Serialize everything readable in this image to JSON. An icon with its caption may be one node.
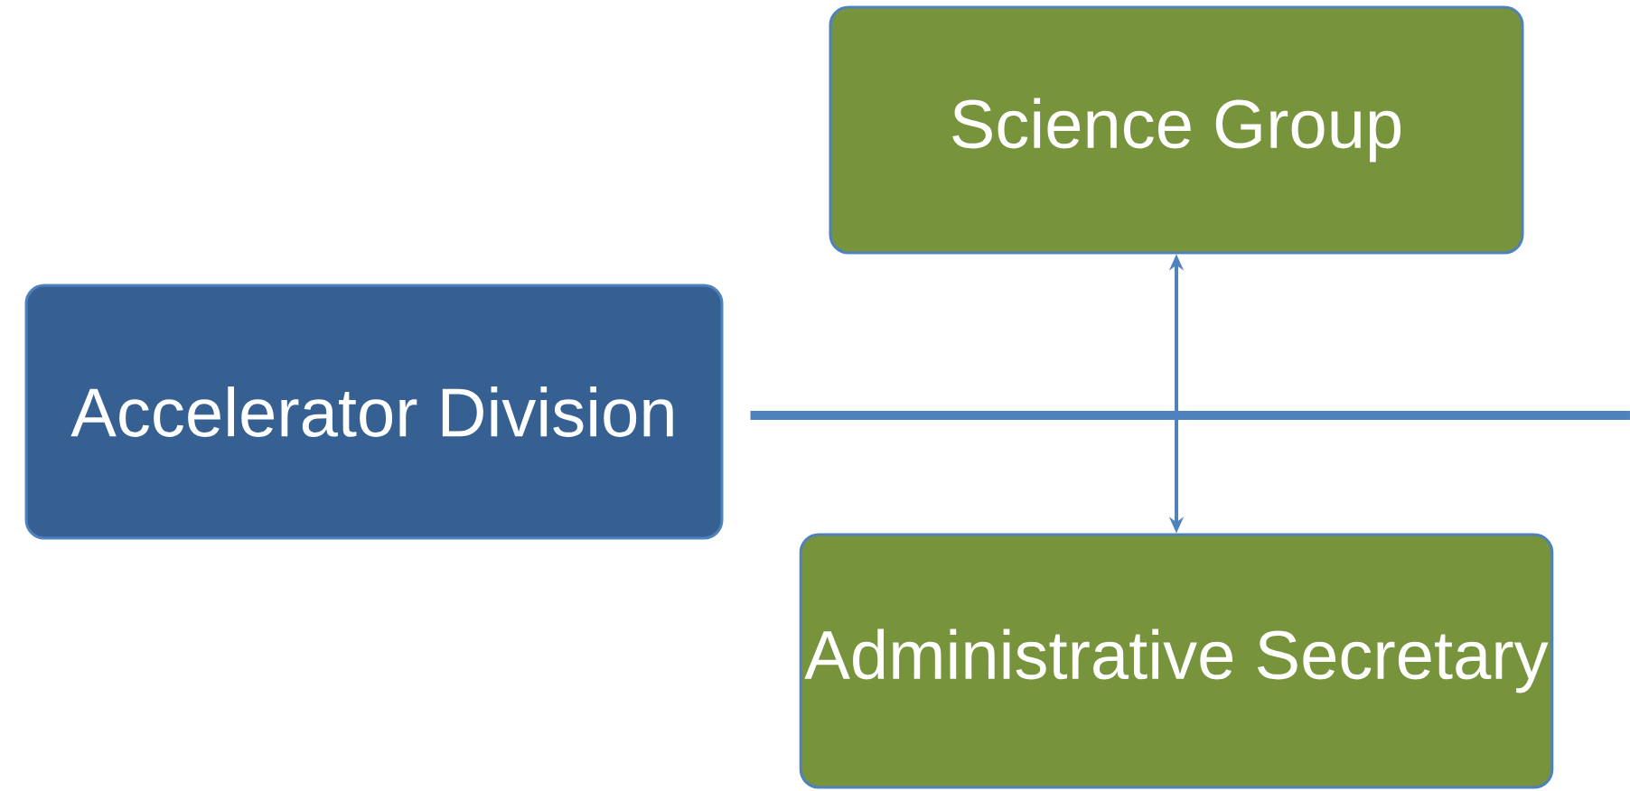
{
  "diagram": {
    "nodes": [
      {
        "text": [
          "Accelerator Division"
        ]
      },
      {
        "text": [
          "Science Group"
        ]
      },
      {
        "text": [
          "Administrative Secretary"
        ]
      }
    ],
    "edges": [
      {
        "from": 0,
        "to": null,
        "arrow": "none",
        "style": "thick"
      },
      {
        "from": 1,
        "to": 2,
        "arrow": "both"
      }
    ]
  }
}
